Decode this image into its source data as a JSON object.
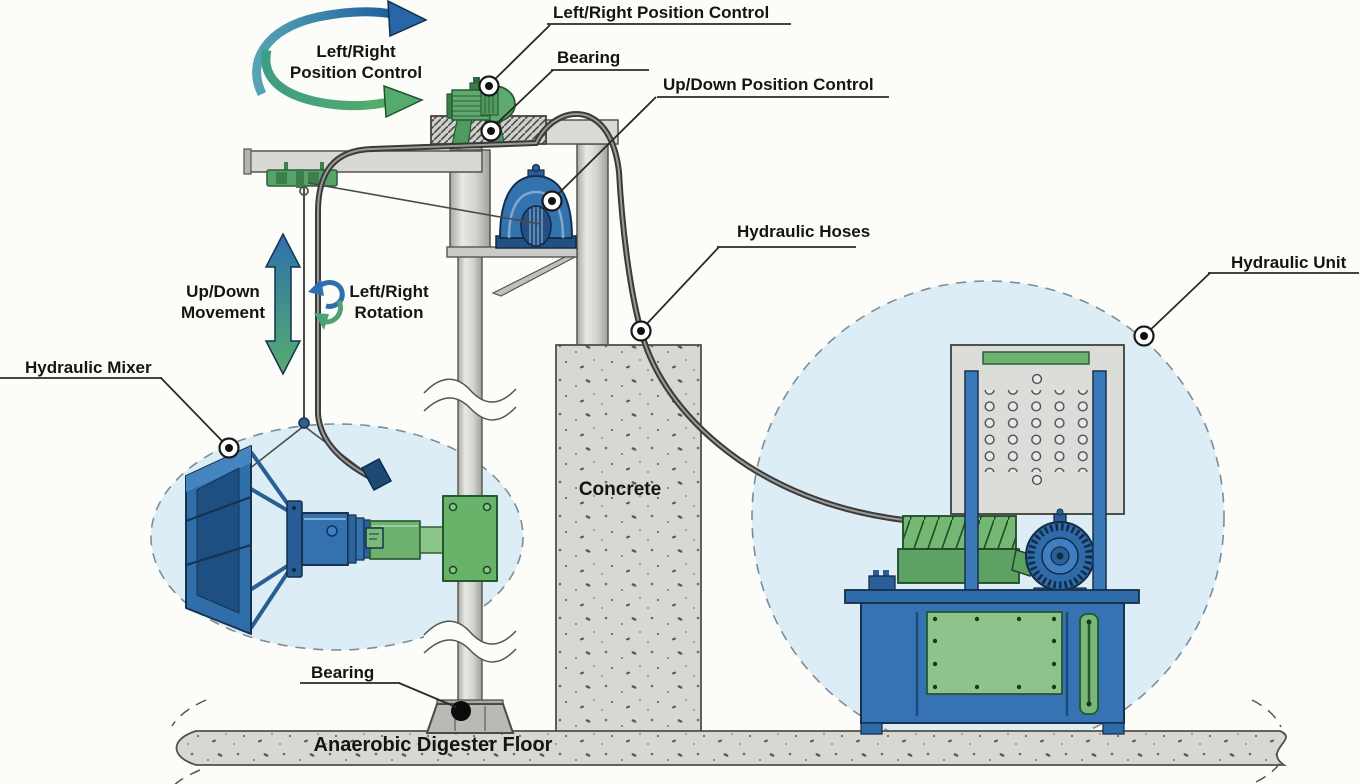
{
  "colors": {
    "accent_blue": "#3372ae",
    "accent_green": "#5fa96e",
    "outline_dark": "#16324f",
    "bubble_fill": "#dcedf6",
    "concrete_gray": "#d8d7d2",
    "hose_dark": "#3a3a3a",
    "label_text": "#141414"
  },
  "arrow_labels": {
    "position_control": {
      "line1": "Left/Right",
      "line2": "Position Control"
    },
    "up_down_movement": {
      "line1": "Up/Down",
      "line2": "Movement"
    },
    "left_right_rotation": {
      "line1": "Left/Right",
      "line2": "Rotation"
    }
  },
  "callouts": {
    "left_right_position_control": "Left/Right Position Control",
    "bearing_top": "Bearing",
    "up_down_position_control": "Up/Down Position Control",
    "hydraulic_hoses": "Hydraulic Hoses",
    "hydraulic_unit": "Hydraulic Unit",
    "hydraulic_mixer": "Hydraulic Mixer",
    "concrete": "Concrete",
    "bearing_bottom": "Bearing",
    "anaerobic_digester_floor": "Anaerobic Digester Floor"
  }
}
